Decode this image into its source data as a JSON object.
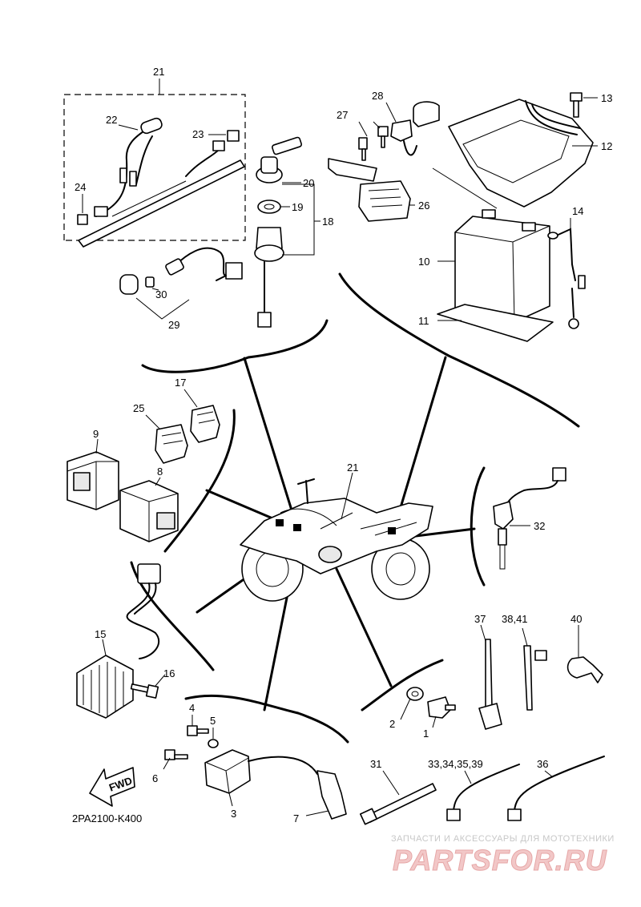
{
  "diagram": {
    "code": "2PA2100-K400",
    "fwd_label": "FWD",
    "labels": {
      "p1": "1",
      "p2": "2",
      "p3": "3",
      "p4": "4",
      "p5": "5",
      "p6": "6",
      "p7": "7",
      "p8": "8",
      "p9": "9",
      "p10": "10",
      "p11": "11",
      "p12": "12",
      "p13": "13",
      "p14": "14",
      "p15": "15",
      "p16": "16",
      "p17": "17",
      "p18": "18",
      "p19": "19",
      "p20": "20",
      "p21": "21",
      "p21b": "21",
      "p22": "22",
      "p23": "23",
      "p24": "24",
      "p25": "25",
      "p26": "26",
      "p27": "27",
      "p28": "28",
      "p29": "29",
      "p30": "30",
      "p31": "31",
      "p32": "32",
      "p33": "33,34,35,39",
      "p36": "36",
      "p37": "37",
      "p38": "38,41",
      "p40": "40"
    }
  },
  "watermark": {
    "caption": "ЗАПЧАСТИ И АКСЕССУАРЫ ДЛЯ МОТОТЕХНИКИ",
    "logo": "PARTSFOR.RU"
  }
}
